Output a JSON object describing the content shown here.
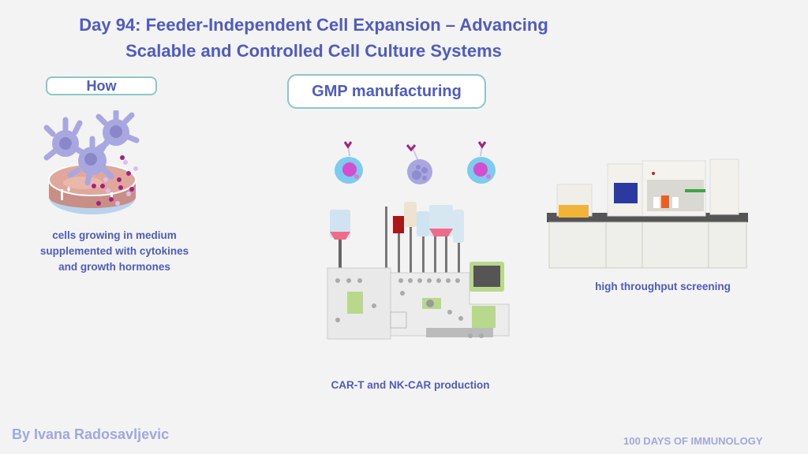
{
  "title": {
    "line1": "Day 94: Feeder-Independent Cell Expansion – Advancing",
    "line2": "Scalable and Controlled Cell Culture Systems"
  },
  "sections": {
    "how": {
      "label": "How",
      "illustration": "cells-in-petri-dish-illustration",
      "caption_lines": [
        "cells growing in medium",
        "supplemented with cytokines",
        "and growth hormones"
      ]
    },
    "gmp": {
      "label": "GMP manufacturing",
      "cells_illustration": [
        "car-t-cell-icon",
        "nk-cell-icon",
        "car-t-cell-icon"
      ],
      "cell_therapy_caption": "CAR-T and NK-CAR production",
      "screening_caption": "high throughput screening"
    }
  },
  "footer": {
    "author": "By Ivana Radosavljevic",
    "series": "100 DAYS OF IMMUNOLOGY"
  },
  "colors": {
    "text_primary": "#4e5bc0",
    "text_muted": "#9fa8e0",
    "box_border": "#8cc7c8",
    "background": "#f3f3f3"
  }
}
